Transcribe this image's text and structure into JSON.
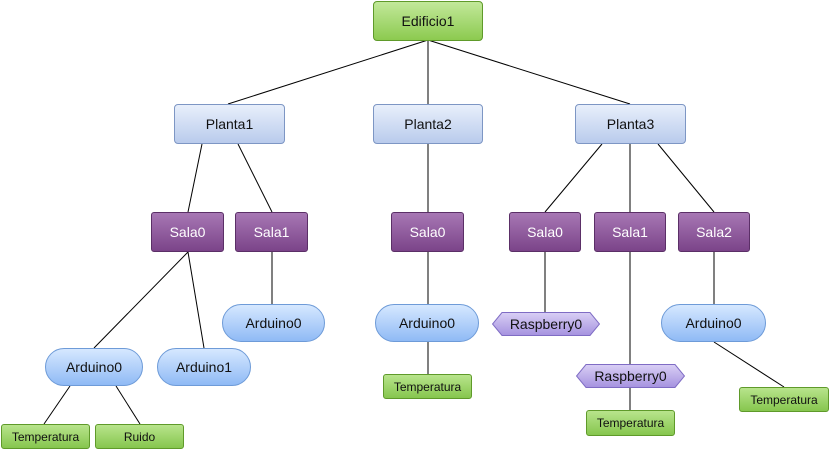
{
  "nodes": {
    "edificio": "Edificio1",
    "planta1": "Planta1",
    "planta2": "Planta2",
    "planta3": "Planta3",
    "p1_sala0": "Sala0",
    "p1_sala1": "Sala1",
    "p2_sala0": "Sala0",
    "p3_sala0": "Sala0",
    "p3_sala1": "Sala1",
    "p3_sala2": "Sala2",
    "p1s0_arduino0": "Arduino0",
    "p1s0_arduino1": "Arduino1",
    "p1s1_arduino0": "Arduino0",
    "p2s0_arduino0": "Arduino0",
    "p3s0_raspberry0": "Raspberry0",
    "p3s1_raspberry0": "Raspberry0",
    "p3s2_arduino0": "Arduino0",
    "p1s0a0_temp": "Temperatura",
    "p1s0a0_ruido": "Ruido",
    "p2s0a0_temp": "Temperatura",
    "p3s1r0_temp": "Temperatura",
    "p3s2a0_temp": "Temperatura"
  },
  "colors": {
    "building": "#8cca4f",
    "floor": "#b9cbec",
    "room": "#7b4489",
    "arduino": "#8fbaf5",
    "raspberry": "#b6a6e6",
    "sensor": "#86c64e",
    "edge": "#000000"
  }
}
